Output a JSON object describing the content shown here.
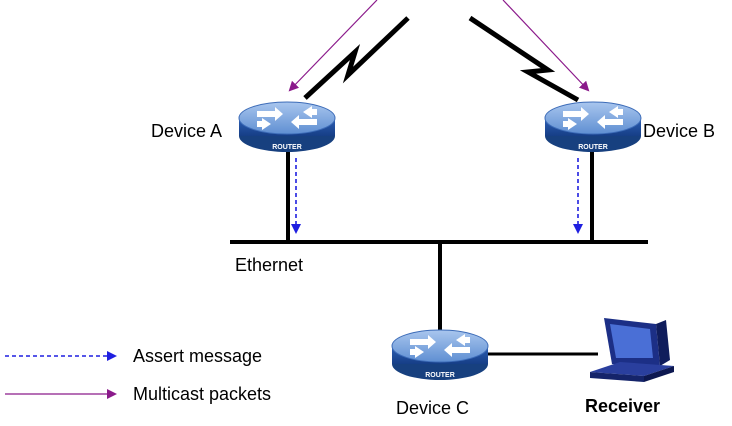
{
  "devices": {
    "a": {
      "label": "Device A",
      "router_text": "ROUTER"
    },
    "b": {
      "label": "Device B",
      "router_text": "ROUTER"
    },
    "c": {
      "label": "Device C",
      "router_text": "ROUTER"
    }
  },
  "network": {
    "ethernet_label": "Ethernet"
  },
  "receiver": {
    "label": "Receiver"
  },
  "legend": {
    "assert_label": "Assert message",
    "multicast_label": "Multicast packets"
  },
  "colors": {
    "assert": "#1f1fe0",
    "multicast": "#8b1a8b",
    "router_body": "#2e62b8",
    "router_top": "#7aa3dc",
    "link": "#000000"
  },
  "icons": [
    "router-icon",
    "pc-icon",
    "arrow-icon"
  ]
}
